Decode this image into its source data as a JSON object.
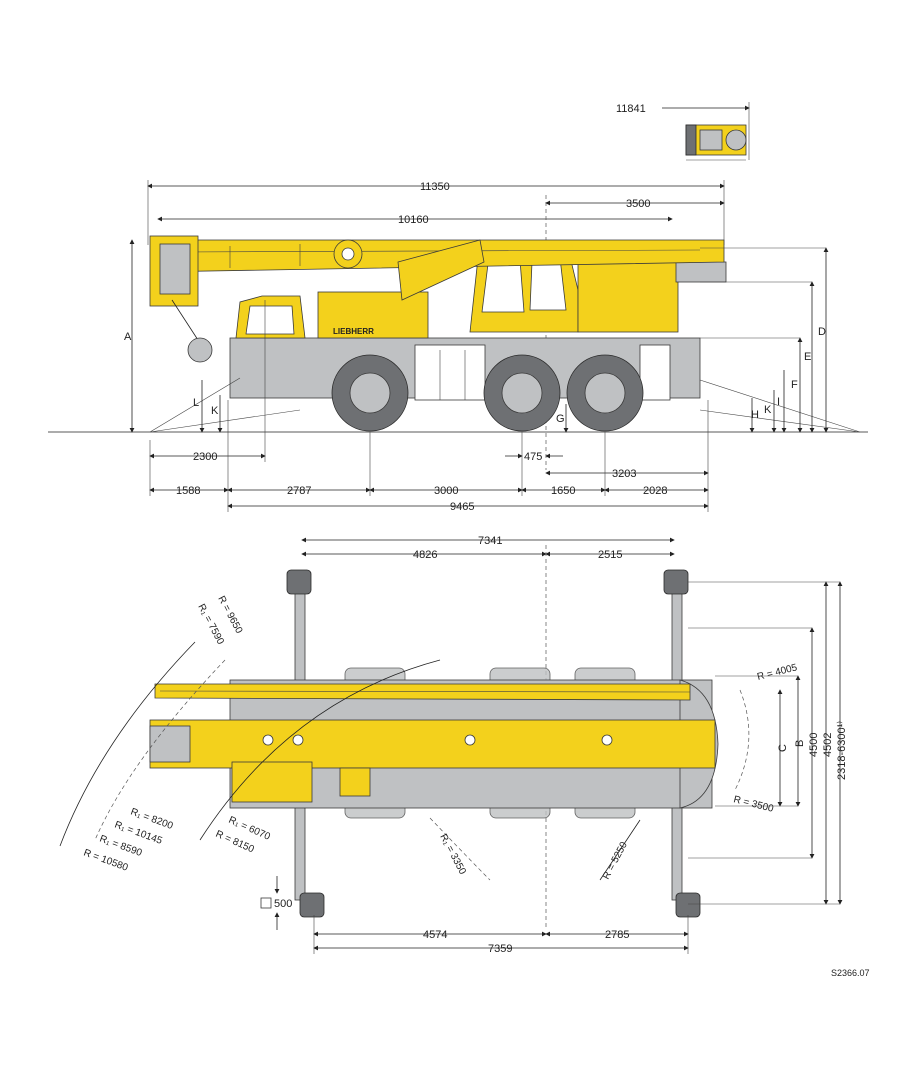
{
  "side_view": {
    "overall_top": "11841",
    "length_total": "11350",
    "length_boom": "10160",
    "rear_overhang_top": "3500",
    "front_2300": "2300",
    "dim_475": "475",
    "dim_3203": "3203",
    "axles": [
      "1588",
      "2787",
      "3000",
      "1650",
      "2028"
    ],
    "wheelbase_total": "9465",
    "brand": "LIEBHERR",
    "height_letters": [
      "A",
      "L",
      "K",
      "G",
      "H",
      "K",
      "I",
      "F",
      "E",
      "D"
    ]
  },
  "top_view": {
    "outrigger_total_top": "7341",
    "outrigger_front_top": "4826",
    "outrigger_rear_top": "2515",
    "outrigger_total_bottom": "7359",
    "outrigger_front_bottom": "4574",
    "outrigger_rear_bottom": "2785",
    "pad_size": "500",
    "widths": [
      "C",
      "B",
      "4500",
      "4502",
      "2318-6300¹⁾"
    ],
    "radii": [
      "R = 9650",
      "R₁ = 7590",
      "R₁ = 8200",
      "R₁ = 10145",
      "R₁ = 8590",
      "R = 10580",
      "R₁ = 6070",
      "R = 8150",
      "R₁ = 3350",
      "R = 5250",
      "R = 4005",
      "R = 3500"
    ]
  },
  "drawing_id": "S2366.07",
  "colors": {
    "crane_yellow": "#f3d11c",
    "chassis_gray": "#bfc1c3",
    "tire_gray": "#6e7073"
  }
}
